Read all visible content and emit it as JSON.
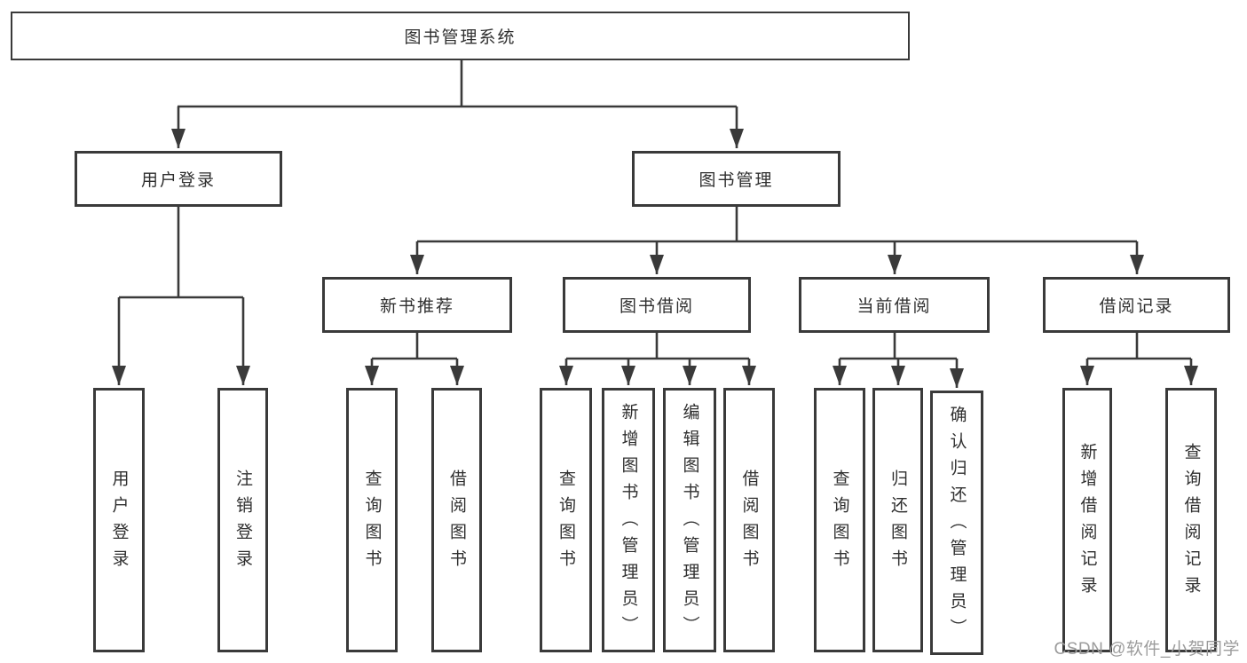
{
  "diagram_title": "图书管理系统",
  "tree": {
    "label": "图书管理系统",
    "children": [
      {
        "label": "用户登录",
        "children": [
          {
            "label": "用户登录"
          },
          {
            "label": "注销登录"
          }
        ]
      },
      {
        "label": "图书管理",
        "children": [
          {
            "label": "新书推荐",
            "children": [
              {
                "label": "查询图书"
              },
              {
                "label": "借阅图书"
              }
            ]
          },
          {
            "label": "图书借阅",
            "children": [
              {
                "label": "查询图书"
              },
              {
                "label": "新增图书（管理员）"
              },
              {
                "label": "编辑图书（管理员）"
              },
              {
                "label": "借阅图书"
              }
            ]
          },
          {
            "label": "当前借阅",
            "children": [
              {
                "label": "查询图书"
              },
              {
                "label": "归还图书"
              },
              {
                "label": "确认归还（管理员）"
              }
            ]
          },
          {
            "label": "借阅记录",
            "children": [
              {
                "label": "新增借阅记录"
              },
              {
                "label": "查询借阅记录"
              }
            ]
          }
        ]
      }
    ]
  },
  "watermark": {
    "text": "CSDN @软件_小贺同学"
  },
  "colors": {
    "background": "#ffffff",
    "box_fill": "#ffffff",
    "box_border": "#3a3a3a",
    "line": "#3a3a3a",
    "text": "#2f2f2f",
    "watermark": "#9c9c9c"
  }
}
